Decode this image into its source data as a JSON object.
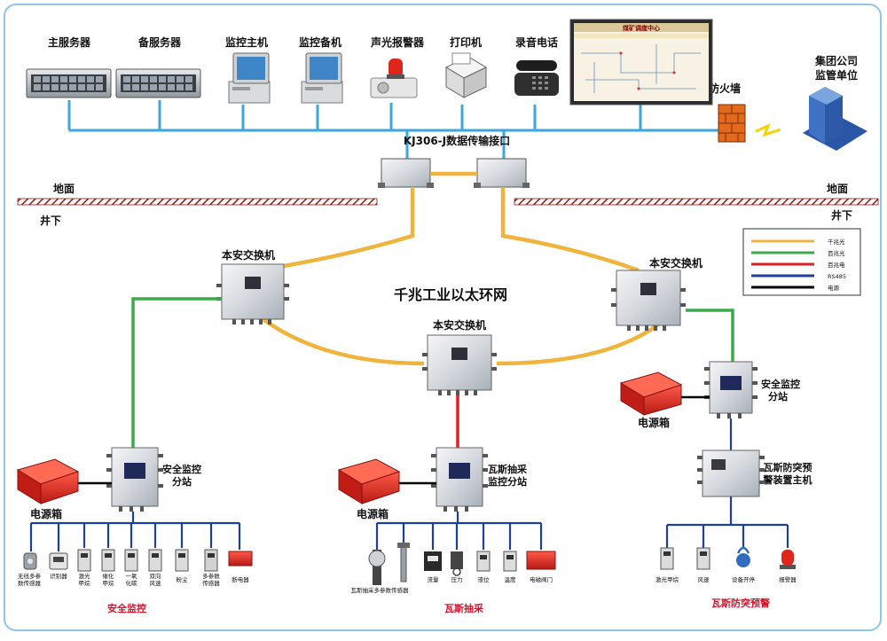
{
  "top_devices": {
    "main_server": "主服务器",
    "backup_server": "备服务器",
    "monitor_host": "监控主机",
    "monitor_backup": "监控备机",
    "alarm": "声光报警器",
    "printer": "打印机",
    "recorder_phone": "录音电话",
    "firewall": "防火墙",
    "group_company_1": "集团公司",
    "group_company_2": "监管单位"
  },
  "interface_label": "KJ306-J数据传输接口",
  "ground": {
    "left_above": "地面",
    "left_below": "井下",
    "right_above": "地面",
    "right_below": "井下"
  },
  "ring_label": "千兆工业以太环网",
  "switches": {
    "left": "本安交换机",
    "center": "本安交换机",
    "right": "本安交换机"
  },
  "legend": [
    {
      "label": "千兆光",
      "color": "#f0b43c"
    },
    {
      "label": "百兆光",
      "color": "#3aaa4a"
    },
    {
      "label": "百兆电",
      "color": "#e02020"
    },
    {
      "label": "RS485",
      "color": "#1f3f9a"
    },
    {
      "label": "电源",
      "color": "#000000"
    }
  ],
  "substations": {
    "left_1": "安全监控",
    "left_2": "分站",
    "center_1": "瓦斯抽采",
    "center_2": "监控分站",
    "right_1": "安全监控",
    "right_2": "分站",
    "right_host_1": "瓦斯防突预",
    "right_host_2": "警装置主机"
  },
  "power_boxes": {
    "left": "电源箱",
    "center": "电源箱",
    "right": "电源箱"
  },
  "left_sensors": [
    "无线多参",
    "数传感器",
    "识别器",
    "激光",
    "甲烷",
    "催化",
    "甲烷",
    "一氧",
    "化碳",
    "双向",
    "风速",
    "粉尘",
    "多参数",
    "传感器",
    "断电器"
  ],
  "center_sensors": [
    "瓦斯抽采多参数传感器",
    "流量",
    "压力",
    "液位",
    "温度",
    "电磁阀门"
  ],
  "right_sensors": [
    "激光甲烷",
    "风速",
    "设备开停",
    "报警器"
  ],
  "section_titles": {
    "left": "安全监控",
    "center": "瓦斯抽采",
    "right": "瓦斯防突预警"
  },
  "screen": {
    "title": "煤矿调度中心"
  }
}
